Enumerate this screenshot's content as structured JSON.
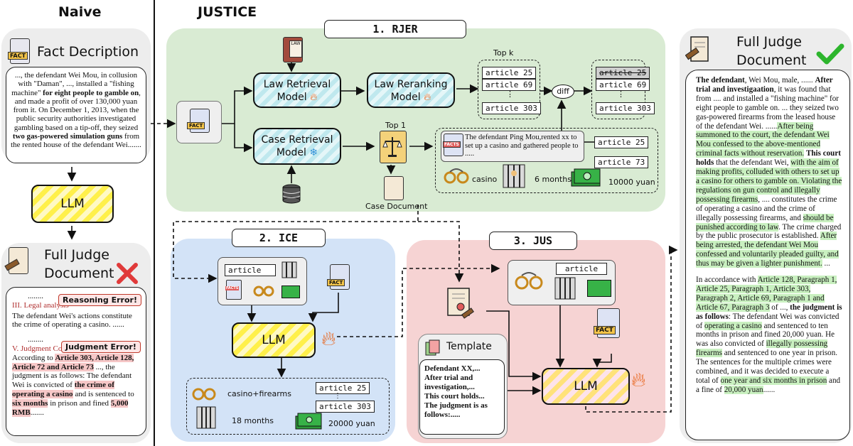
{
  "headers": {
    "naive": "Naive",
    "justice": "JUSTICE"
  },
  "naive": {
    "fact_title": "Fact Decription",
    "fact_icon_label": "FACT",
    "fact_text": [
      {
        "t": "..., the defendant Wei Mou, in collusion with \"Daman\", ..., installed a \"fishing machine\" ",
        "b": false
      },
      {
        "t": "for eight people to gamble on",
        "b": true
      },
      {
        "t": ", and made a profit of over 130,000 yuan from it. On December 1, 2013, when the public security authorities investigated gambling based on a tip-off, they seized ",
        "b": false
      },
      {
        "t": "two gas-powered simulation guns",
        "b": true
      },
      {
        "t": " from the rented house of the defendant Wei.......",
        "b": false
      }
    ],
    "llm_label": "LLM",
    "doc_title_line1": "Full Judge",
    "doc_title_line2": "Document",
    "reasoning_error": "Reasoning Error!",
    "judgment_error": "Judgment Error!",
    "dots1": "........",
    "section3": "III. Legal analysis",
    "legal_text": "The defendant Wei's actions constitute the crime of operating a casino. ......",
    "dots2": "........",
    "section5": "V. Judgment Conclusion",
    "conclusion": [
      {
        "t": "According to ",
        "s": ""
      },
      {
        "t": "Article 303, Article 128, Article 72 and Article 73",
        "s": "br"
      },
      {
        "t": " ..., the judgment is as follows: The defendant Wei is convicted of ",
        "s": ""
      },
      {
        "t": "the crime of operating a casino",
        "s": "br"
      },
      {
        "t": " and is sentenced to ",
        "s": ""
      },
      {
        "t": "six months",
        "s": "br"
      },
      {
        "t": " in prison and fined ",
        "s": ""
      },
      {
        "t": "5,000 RMB",
        "s": "br"
      },
      {
        "t": ".......",
        "s": ""
      }
    ]
  },
  "rjer": {
    "title": "1. RJER",
    "fact_label": "FACT",
    "law_retrieval": [
      "Law Retrieval",
      "Model"
    ],
    "law_reranking": [
      "Law Reranking",
      "Model"
    ],
    "case_retrieval": [
      "Case Retrieval",
      "Model"
    ],
    "top_k": "Top k",
    "top_1": "Top 1",
    "articles_k": [
      "article 25",
      "article 69",
      "⋮",
      "article 303"
    ],
    "diff": "diff",
    "articles_out": [
      "article 25",
      "article 69",
      "⋮",
      "article 303"
    ],
    "case_doc": "Case Document",
    "case_facts_label": "FACTS",
    "case_text": "The defendant Ping Mou,rented xx to set up a casino and gathered people to .....",
    "case_articles": [
      "article 25",
      "article 73"
    ],
    "casino": "casino",
    "months": "6 months",
    "yuan": "10000 yuan"
  },
  "ice": {
    "title": "2. ICE",
    "article": "article",
    "facts_label": "FACTS",
    "fact_label": "FACT",
    "llm": "LLM",
    "crime": "casino+firearms",
    "articles": [
      "article 25",
      "⋮",
      "article 303"
    ],
    "months": "18 months",
    "yuan": "20000 yuan"
  },
  "jus": {
    "title": "3. JUS",
    "article": "article",
    "fact_label": "FACT",
    "template_title": "Template",
    "template_text": [
      "Defendant XX,...",
      "After trial and investigation,...",
      "This court holds...",
      "The judgment is as follows:....."
    ],
    "llm": "LLM"
  },
  "full_doc": {
    "title_line1": "Full Judge",
    "title_line2": "Document",
    "para1": [
      {
        "t": "The defendant",
        "s": "b"
      },
      {
        "t": ", Wei Mou, male, ...... ",
        "s": ""
      },
      {
        "t": "After trial and investigaation",
        "s": "b"
      },
      {
        "t": ", it was found that from .... and installed a \"fishing machine\" for eight people to gamble on. ... they seized two gas-powered firearms from the leased house of the defendant Wei. ......",
        "s": ""
      },
      {
        "t": "After being summoned to the court, the defendant Wei Mou confessed to the above-mentioned criminal facts without reservation.",
        "s": "g"
      },
      {
        "t": " ",
        "s": ""
      },
      {
        "t": "This court holds",
        "s": "b"
      },
      {
        "t": " that the defendant Wei, ",
        "s": ""
      },
      {
        "t": "with the aim of making profits, colluded with others to set up a casino for others to gamble on. Violating the regulations on gun control and illegally possessing firearms",
        "s": "g"
      },
      {
        "t": ", .... constitutes the crime of operating a casino and the crime of illegally possessing firearms, and ",
        "s": ""
      },
      {
        "t": "should be punished according to law",
        "s": "g"
      },
      {
        "t": ". The crime charged by the public prosecutor is established. ",
        "s": ""
      },
      {
        "t": "After being arrested, the defendant Wei Mou confessed and voluntarily pleaded guilty, and thus may be given a lighter punishment.",
        "s": "g"
      },
      {
        "t": " ...",
        "s": ""
      }
    ],
    "para2": [
      {
        "t": "In accordance with ",
        "s": ""
      },
      {
        "t": "Article 128, Paragraph 1, Article 25, Paragraph 1, Article 303, Paragraph 2, Article 69, Paragraph 1 and Article 67, Paragraph 3",
        "s": "g"
      },
      {
        "t": " of ..., ",
        "s": ""
      },
      {
        "t": "the judgment is as follows",
        "s": "b"
      },
      {
        "t": ": The defendant Wei was convicted of ",
        "s": ""
      },
      {
        "t": "operating a casino",
        "s": "g"
      },
      {
        "t": " and sentenced to ten months in prison and fined 20,000 yuan. He was also convicted of ",
        "s": ""
      },
      {
        "t": "illegally possessing firearms",
        "s": "g"
      },
      {
        "t": " and sentenced to one year in prison. The sentences for the multiple crimes were combined, and it was decided to execute a total of ",
        "s": ""
      },
      {
        "t": "one year and six months in prison",
        "s": "g"
      },
      {
        "t": " and a fine of ",
        "s": ""
      },
      {
        "t": "20,000 yuan",
        "s": "g"
      },
      {
        "t": "......",
        "s": ""
      }
    ]
  },
  "colors": {
    "rjer_bg": "#d9ebd3",
    "ice_bg": "#d3e3f7",
    "jus_bg": "#f6d3d3",
    "panel_grey": "#ededed",
    "green_hl": "#c9f0c0",
    "red_hl": "#f6c7c7",
    "red_x": "#e03a3a",
    "check": "#2db52d"
  }
}
